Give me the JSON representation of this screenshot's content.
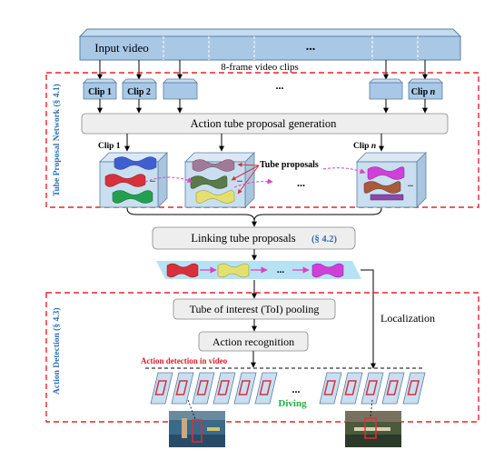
{
  "input_video": {
    "label": "Input video",
    "ellipsis": "..."
  },
  "clips_caption": "8-frame video clips",
  "clip_boxes": {
    "first": "Clip 1",
    "second": "Clip 2",
    "dots": "...",
    "last_prefix": "Clip ",
    "last_var": "n"
  },
  "sections": {
    "tpn": "Tube Proposal Network (§ 4.1)",
    "detection": "Action Detection (§ 4.3)"
  },
  "boxes": {
    "generation": "Action tube proposal generation",
    "linking": "Linking tube proposals",
    "linking_ref": "(§ 4.2)",
    "toi": "Tube of interest (ToI) pooling",
    "recognition": "Action recognition"
  },
  "cube_labels": {
    "clip1": "Clip 1",
    "clipn_prefix": "Clip ",
    "clipn_var": "n",
    "dots": "...",
    "dots_small": "..."
  },
  "tube_proposals": "Tube proposals",
  "localization": "Localization",
  "detection_caption": "Action detection in video",
  "action_label": "Diving",
  "frame_dots": "...",
  "linked_dots": "...",
  "colors": {
    "section_border": "#e8232a",
    "section_label": "#2a6fb0",
    "box_fill": "#eeeeee",
    "video_fill": "#a8c8e6",
    "tube_strip": "#b7e2f4",
    "cube_front": "#c9dff0",
    "cube_side": "#a9c6de",
    "tube_blue": "#3f5fd0",
    "tube_red": "#d8303c",
    "tube_green": "#22a050",
    "tube_mauve": "#a07a98",
    "tube_olive": "#5a7a48",
    "tube_yellow": "#e4e070",
    "tube_magenta": "#d040d8",
    "tube_brown": "#a85a3a",
    "tube_purple": "#8a48a8",
    "arrow_pink": "#e040c0",
    "action_text": "#20b040",
    "detection_text": "#d8202a"
  }
}
